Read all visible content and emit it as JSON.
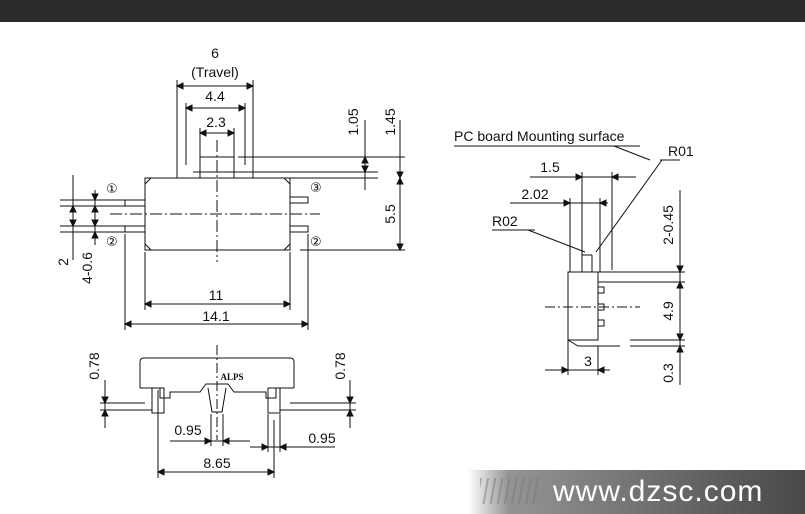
{
  "top_view": {
    "dims": {
      "travel_value": "6",
      "travel_label": "(Travel)",
      "d44": "4.4",
      "d23": "2.3",
      "d105": "1.05",
      "d145": "1.45",
      "d55": "5.5",
      "d2": "2",
      "d406": "4-0.6",
      "d11": "11",
      "d141": "14.1"
    },
    "pins": {
      "p1": "①",
      "p2a": "②",
      "p3": "③",
      "p2b": "②"
    }
  },
  "side_view": {
    "title": "PC board Mounting surface",
    "dims": {
      "r01": "R01",
      "d15": "1.5",
      "d202": "2.02",
      "r02": "R02",
      "d2045": "2-0.45",
      "d49": "4.9",
      "d3": "3",
      "d03": "0.3"
    }
  },
  "bottom_view": {
    "brand": "ALPS",
    "dims": {
      "d078_left": "0.78",
      "d078_right": "0.78",
      "d095_left": "0.95",
      "d095_right": "0.95",
      "d865": "8.65"
    }
  },
  "watermark": {
    "text": "www.dzsc.com"
  }
}
